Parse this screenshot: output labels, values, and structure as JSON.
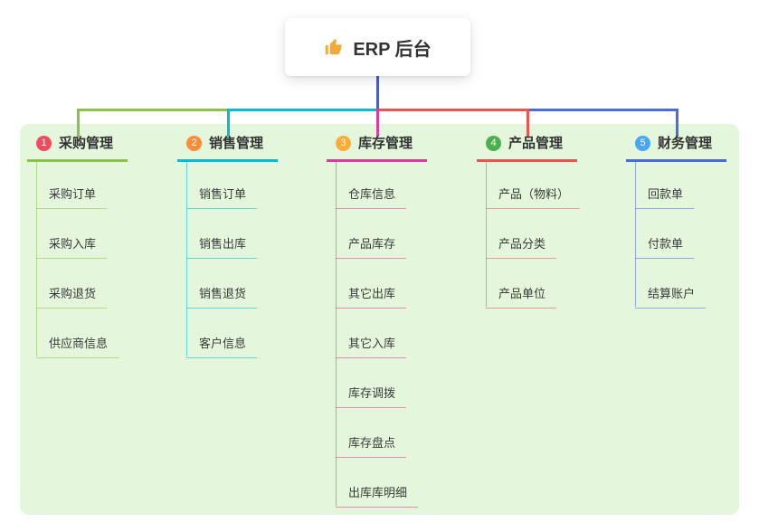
{
  "root": {
    "label": "ERP 后台",
    "icon": "thumbs-up-icon",
    "icon_color": "#f2a93b"
  },
  "connector_color": "#4a5cc8",
  "board_bg": "#e4f6db",
  "branches": [
    {
      "index": "1",
      "label": "采购管理",
      "badge_color": "#ef4d5e",
      "line_color": "#8bc34a",
      "children": [
        "采购订单",
        "采购入库",
        "采购退货",
        "供应商信息"
      ]
    },
    {
      "index": "2",
      "label": "销售管理",
      "badge_color": "#ff8c3a",
      "line_color": "#00bcd4",
      "children": [
        "销售订单",
        "销售出库",
        "销售退货",
        "客户信息"
      ]
    },
    {
      "index": "3",
      "label": "库存管理",
      "badge_color": "#ffac38",
      "line_color": "#e0399e",
      "children": [
        "仓库信息",
        "产品库存",
        "其它出库",
        "其它入库",
        "库存调拨",
        "库存盘点",
        "出库库明细"
      ]
    },
    {
      "index": "4",
      "label": "产品管理",
      "badge_color": "#4cb04f",
      "line_color": "#ef5350",
      "children": [
        "产品（物料）",
        "产品分类",
        "产品单位"
      ]
    },
    {
      "index": "5",
      "label": "财务管理",
      "badge_color": "#45a7f5",
      "line_color": "#4a6bdb",
      "children": [
        "回款单",
        "付款单",
        "结算账户"
      ]
    }
  ]
}
